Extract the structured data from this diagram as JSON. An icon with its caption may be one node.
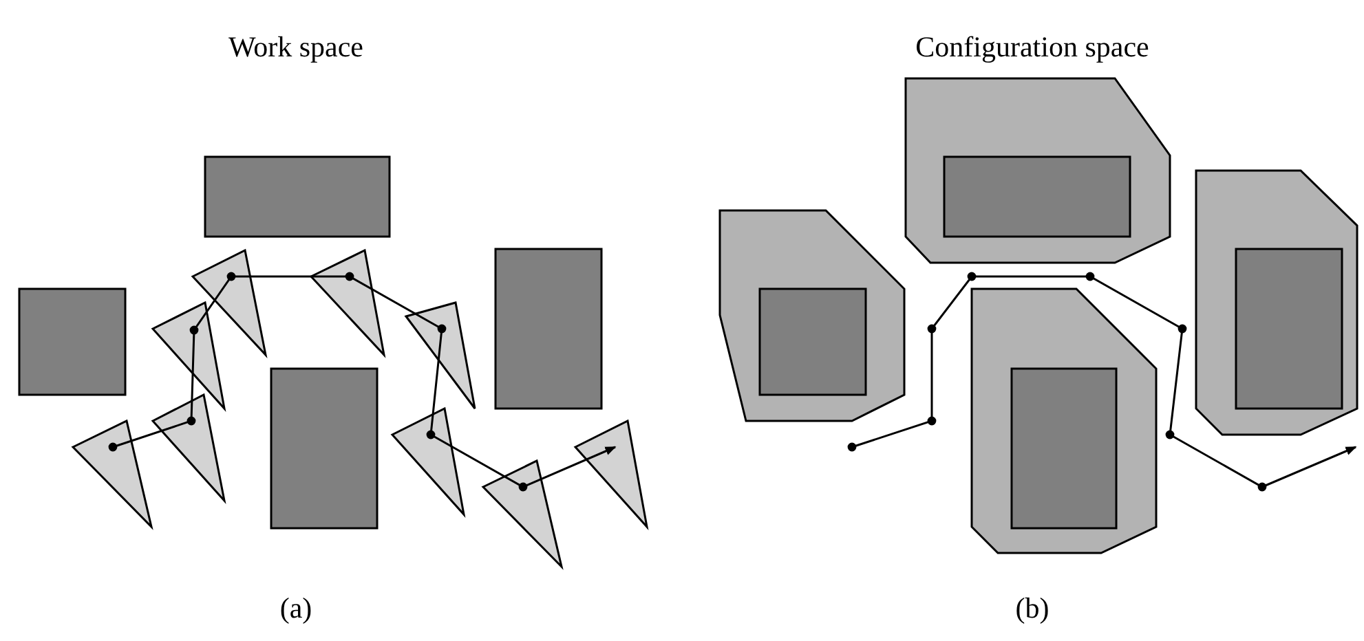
{
  "diagram": {
    "labels": [
      "Work space",
      "Configuration space",
      "(a)",
      "(b)"
    ]
  }
}
